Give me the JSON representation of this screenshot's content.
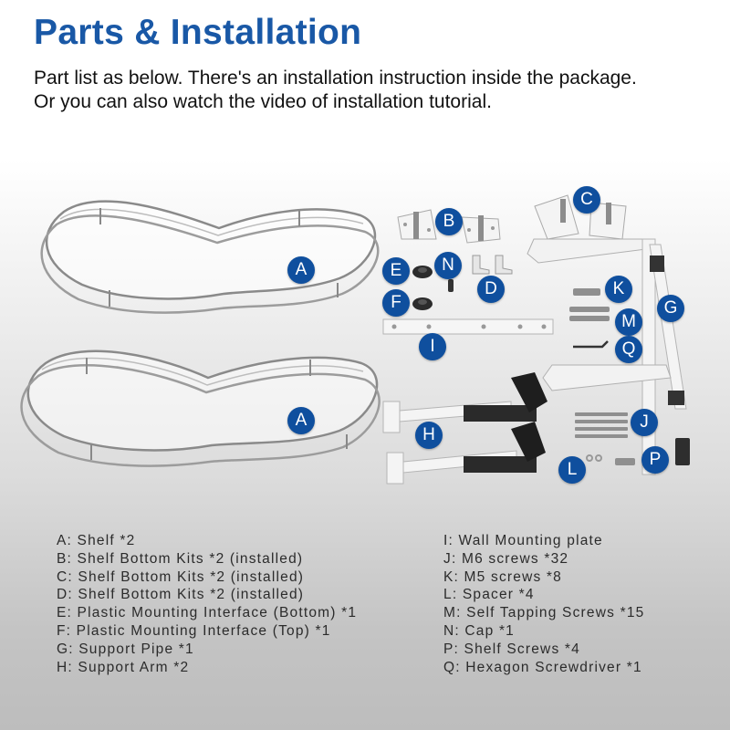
{
  "title": "Parts & Installation",
  "intro": {
    "line1": "Part list as below. There's an installation instruction inside the package.",
    "line2": "Or you can also watch the video of installation tutorial."
  },
  "badges": {
    "a1": "A",
    "a2": "A",
    "b": "B",
    "c": "C",
    "d": "D",
    "e": "E",
    "f": "F",
    "g": "G",
    "h": "H",
    "i": "I",
    "j": "J",
    "k": "K",
    "l": "L",
    "m": "M",
    "n": "N",
    "p": "P",
    "q": "Q"
  },
  "parts_left": [
    "A: Shelf *2",
    "B: Shelf Bottom Kits *2 (installed)",
    "C: Shelf Bottom Kits *2 (installed)",
    "D: Shelf Bottom Kits *2 (installed)",
    "E: Plastic Mounting Interface (Bottom) *1",
    "F: Plastic Mounting Interface (Top) *1",
    "G: Support Pipe *1",
    "H: Support Arm *2"
  ],
  "parts_right": [
    "I: Wall Mounting plate",
    "J: M6 screws *32",
    "K: M5 screws *8",
    "L: Spacer *4",
    "M: Self Tapping Screws *15",
    "N: Cap *1",
    "P: Shelf Screws *4",
    "Q: Hexagon Screwdriver *1"
  ],
  "colors": {
    "title": "#1958a6",
    "badge": "#0f4f9e",
    "text": "#2b2b2b"
  }
}
